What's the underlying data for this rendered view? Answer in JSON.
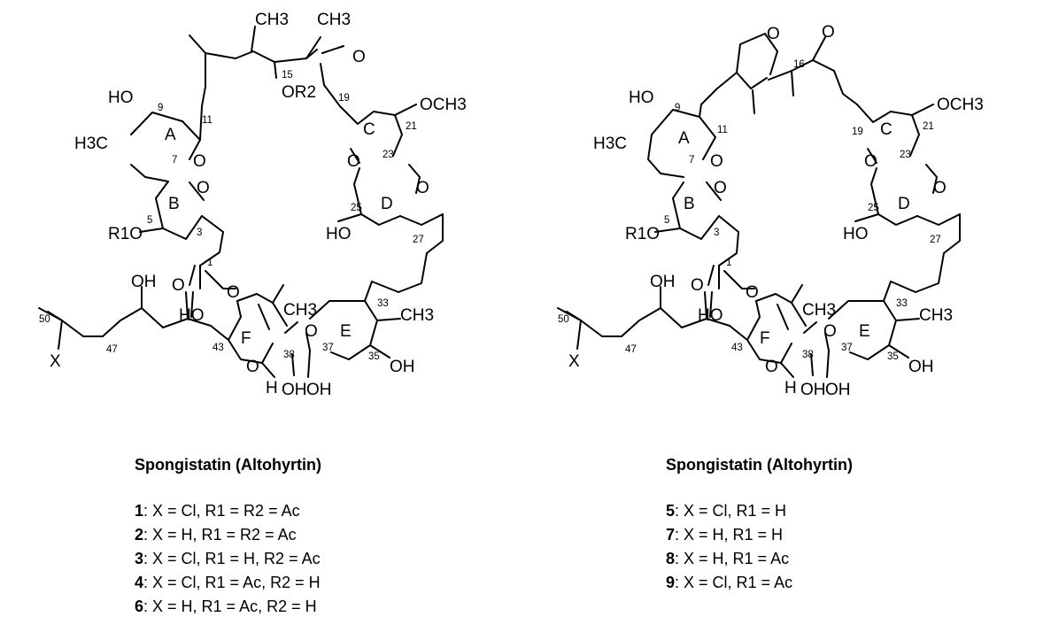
{
  "structure_left": {
    "atoms": {
      "ho9": "HO",
      "h3c9": "H3C",
      "ch3_top1": "CH3",
      "ch3_top2": "CH3",
      "o_keto": "O",
      "or2": "OR2",
      "och3": "OCH3",
      "o_a": "O",
      "o_b": "O",
      "o_c": "O",
      "o_d": "O",
      "r1o": "R1O",
      "o_ester_dbl": "O",
      "o_ester": "O",
      "ho25": "HO",
      "ho_f": "HO",
      "ch3_f": "CH3",
      "o_e": "O",
      "ch3_e": "CH3",
      "oh47": "OH",
      "o_f_ring": "O",
      "h38": "H",
      "oh38": "OH",
      "oh37": "OH",
      "oh35": "OH",
      "x": "X"
    },
    "numbers": [
      "9",
      "11",
      "15",
      "19",
      "21",
      "7",
      "23",
      "5",
      "3",
      "25",
      "27",
      "1",
      "33",
      "37",
      "50",
      "47",
      "43",
      "38",
      "35"
    ],
    "rings": [
      "A",
      "B",
      "C",
      "D",
      "F",
      "E"
    ]
  },
  "structure_right": {
    "atoms": {
      "o_thf": "O",
      "o_keto": "O",
      "ho9": "HO",
      "h3c9": "H3C",
      "och3": "OCH3",
      "o_a": "O",
      "o_c": "O",
      "o_b": "O",
      "o_d": "O",
      "r1o": "R1O",
      "ho25": "HO",
      "o_ester_dbl": "O",
      "o_ester": "O",
      "ho_f": "HO",
      "ch3_f": "CH3",
      "o_e": "O",
      "ch3_e": "CH3",
      "oh47": "OH",
      "o_f_ring": "O",
      "h38": "H",
      "oh38": "OH",
      "oh37": "OH",
      "oh35": "OH",
      "x": "X"
    },
    "numbers": [
      "16",
      "9",
      "11",
      "19",
      "21",
      "7",
      "23",
      "5",
      "3",
      "25",
      "27",
      "1",
      "33",
      "37",
      "50",
      "47",
      "43",
      "38",
      "35"
    ],
    "rings": [
      "A",
      "B",
      "C",
      "D",
      "F",
      "E"
    ]
  },
  "captions": {
    "left_title": "Spongistatin (Altohyrtin)",
    "right_title": "Spongistatin (Altohyrtin)"
  },
  "compounds_left": [
    {
      "id": "1",
      "text": ": X = Cl, R1 = R2 = Ac"
    },
    {
      "id": "2",
      "text": ": X = H, R1 = R2 = Ac"
    },
    {
      "id": "3",
      "text": ": X = Cl, R1 = H, R2 = Ac"
    },
    {
      "id": "4",
      "text": ": X = Cl, R1 = Ac, R2 = H"
    },
    {
      "id": "6",
      "text": ": X = H, R1 = Ac, R2 = H"
    }
  ],
  "compounds_right": [
    {
      "id": "5",
      "text": ": X = Cl, R1 = H"
    },
    {
      "id": "7",
      "text": ": X = H, R1 = H"
    },
    {
      "id": "8",
      "text": ": X = H, R1 = Ac"
    },
    {
      "id": "9",
      "text": ": X = Cl, R1 = Ac"
    }
  ]
}
